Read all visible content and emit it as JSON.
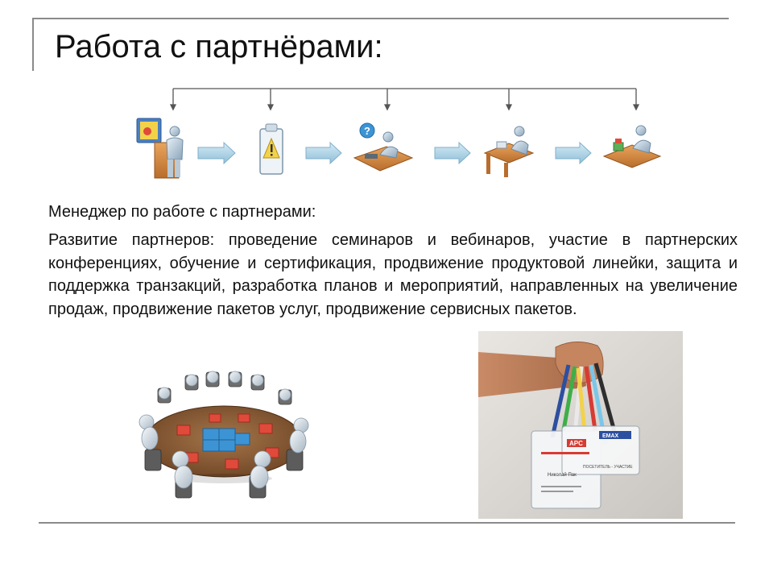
{
  "slide": {
    "title": "Работа с партнёрами:",
    "subtitle": "Менеджер по работе с партнерами:",
    "body": "Развитие партнеров: проведение семинаров и вебинаров, участие в партнерских конференциях, обучение и сертификация, продвижение продуктовой линейки, защита и поддержка транзакций, разработка планов и мероприятий, направленных на увеличение продаж, продвижение пакетов услуг, продвижение сервисных пакетов."
  },
  "process": {
    "steps": [
      {
        "icon": "presentation-person-icon"
      },
      {
        "icon": "clipboard-exclamation-icon"
      },
      {
        "icon": "helpdesk-question-icon"
      },
      {
        "icon": "training-desk-icon"
      },
      {
        "icon": "office-desk-icon"
      }
    ],
    "arrow_color": "#a9cde0",
    "bracket_color": "#555555"
  },
  "images": {
    "round_table": "round-table-puzzle-illustration",
    "badges_photo": "hand-holding-conference-badges-photo",
    "badge_brands": {
      "left": "APC",
      "right": "EMAX"
    },
    "badge_name": "Николай Пак",
    "badge_role": "ПОСЕТИТЕЛЬ - УЧАСТИЕ"
  },
  "colors": {
    "title": "#111111",
    "rule": "#8a8a8a",
    "accent_blue": "#3d94d4",
    "accent_red": "#e04a3a"
  }
}
